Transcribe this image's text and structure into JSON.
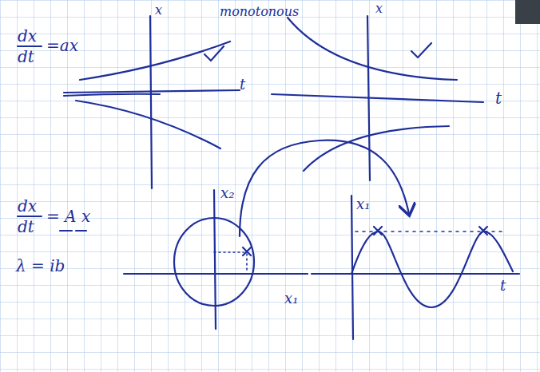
{
  "diagram": {
    "labels": [
      "dx",
      "dt",
      "=ax",
      "x",
      "monotonous",
      "x",
      "t",
      "t",
      "dx",
      "dt",
      "= A x",
      "λ = ib",
      "x₂",
      "x₁",
      "x₁",
      "t"
    ]
  }
}
